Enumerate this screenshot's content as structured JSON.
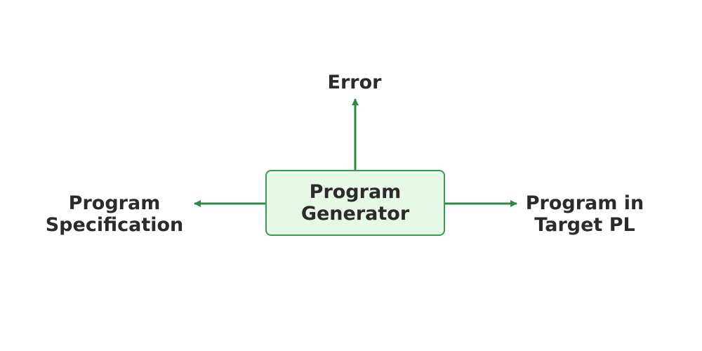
{
  "diagram": {
    "center_node": {
      "line1": "Program",
      "line2": "Generator"
    },
    "top_node": {
      "label": "Error"
    },
    "left_node": {
      "line1": "Program",
      "line2": "Specification"
    },
    "right_node": {
      "line1": "Program in",
      "line2": "Target PL"
    },
    "colors": {
      "arrow": "#2e8b45",
      "box_fill": "#e6f8e6",
      "box_border": "#3a9a52",
      "text": "#2b2b2b"
    }
  }
}
